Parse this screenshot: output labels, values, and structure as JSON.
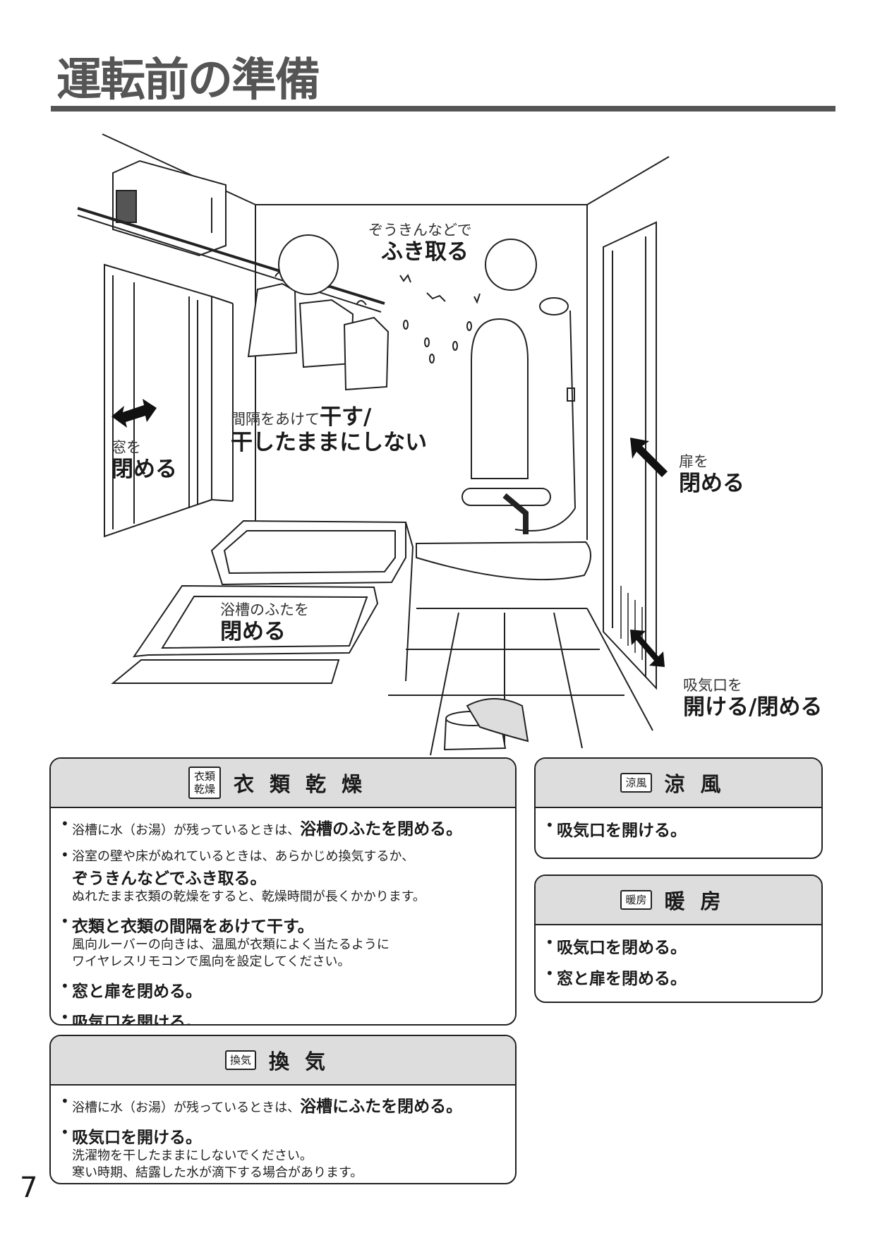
{
  "page": {
    "title": "運転前の準備",
    "number": "7"
  },
  "illustration": {
    "wipe_small": "ぞうきんなどで",
    "wipe_big": "ふき取る",
    "dry_small": "間隔をあけて",
    "dry_mid": "干す/",
    "dry_big": "干したままにしない",
    "window_small": "窓を",
    "window_big": "閉める",
    "door_small": "扉を",
    "door_big": "閉める",
    "tub_small": "浴槽のふたを",
    "tub_big": "閉める",
    "vent_small": "吸気口を",
    "vent_big": "開ける/閉める"
  },
  "clothes_drying": {
    "tag": "衣類乾燥",
    "heading": "衣類乾燥",
    "items": [
      {
        "pre": "浴槽に水（お湯）が残っているときは、",
        "bold": "浴槽のふたを閉める。"
      },
      {
        "pre": "浴室の壁や床がぬれているときは、あらかじめ換気するか、",
        "bold": "ぞうきんなどでふき取る。",
        "note": "ぬれたまま衣類の乾燥をすると、乾燥時間が長くかかります。"
      },
      {
        "bold": "衣類と衣類の間隔をあけて干す。",
        "note1": "風向ルーバーの向きは、温風が衣類によく当たるように",
        "note2": "ワイヤレスリモコンで風向を設定してください。"
      },
      {
        "bold": "窓と扉を閉める。"
      },
      {
        "bold": "吸気口を開ける。"
      }
    ]
  },
  "ventilation": {
    "tag": "換気",
    "heading": "換気",
    "items": [
      {
        "pre": "浴槽に水（お湯）が残っているときは、",
        "bold": "浴槽にふたを閉める。"
      },
      {
        "bold": "吸気口を開ける。",
        "note1": "洗濯物を干したままにしないでください。",
        "note2": "寒い時期、結露した水が滴下する場合があります。"
      }
    ]
  },
  "cool_breeze": {
    "tag": "涼風",
    "heading": "涼風",
    "items": [
      {
        "bold": "吸気口を開ける。"
      }
    ]
  },
  "heating": {
    "tag": "暖房",
    "heading": "暖房",
    "items": [
      {
        "bold": "吸気口を閉める。"
      },
      {
        "bold": "窓と扉を閉める。"
      }
    ]
  }
}
